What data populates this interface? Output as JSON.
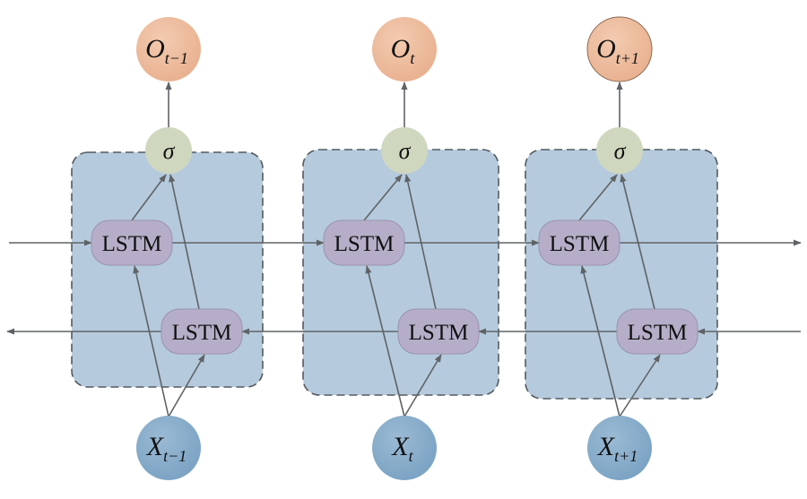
{
  "colors": {
    "block_fill": "#b5cadd",
    "block_border": "#555a5e",
    "lstm_fill": "#b6aec8",
    "sigma_fill": "#cfd8bf",
    "output_fill": "#eebfa1",
    "input_fill": "#88adcb",
    "arrow": "#5f6366"
  },
  "lstm_label": "LSTM",
  "sigma_label": "σ",
  "steps": [
    {
      "output": {
        "base": "O",
        "sub": "t−1"
      },
      "input": {
        "base": "X",
        "sub": "t−1"
      }
    },
    {
      "output": {
        "base": "O",
        "sub": "t"
      },
      "input": {
        "base": "X",
        "sub": "t"
      }
    },
    {
      "output": {
        "base": "O",
        "sub": "t+1"
      },
      "input": {
        "base": "X",
        "sub": "t+1"
      }
    }
  ]
}
